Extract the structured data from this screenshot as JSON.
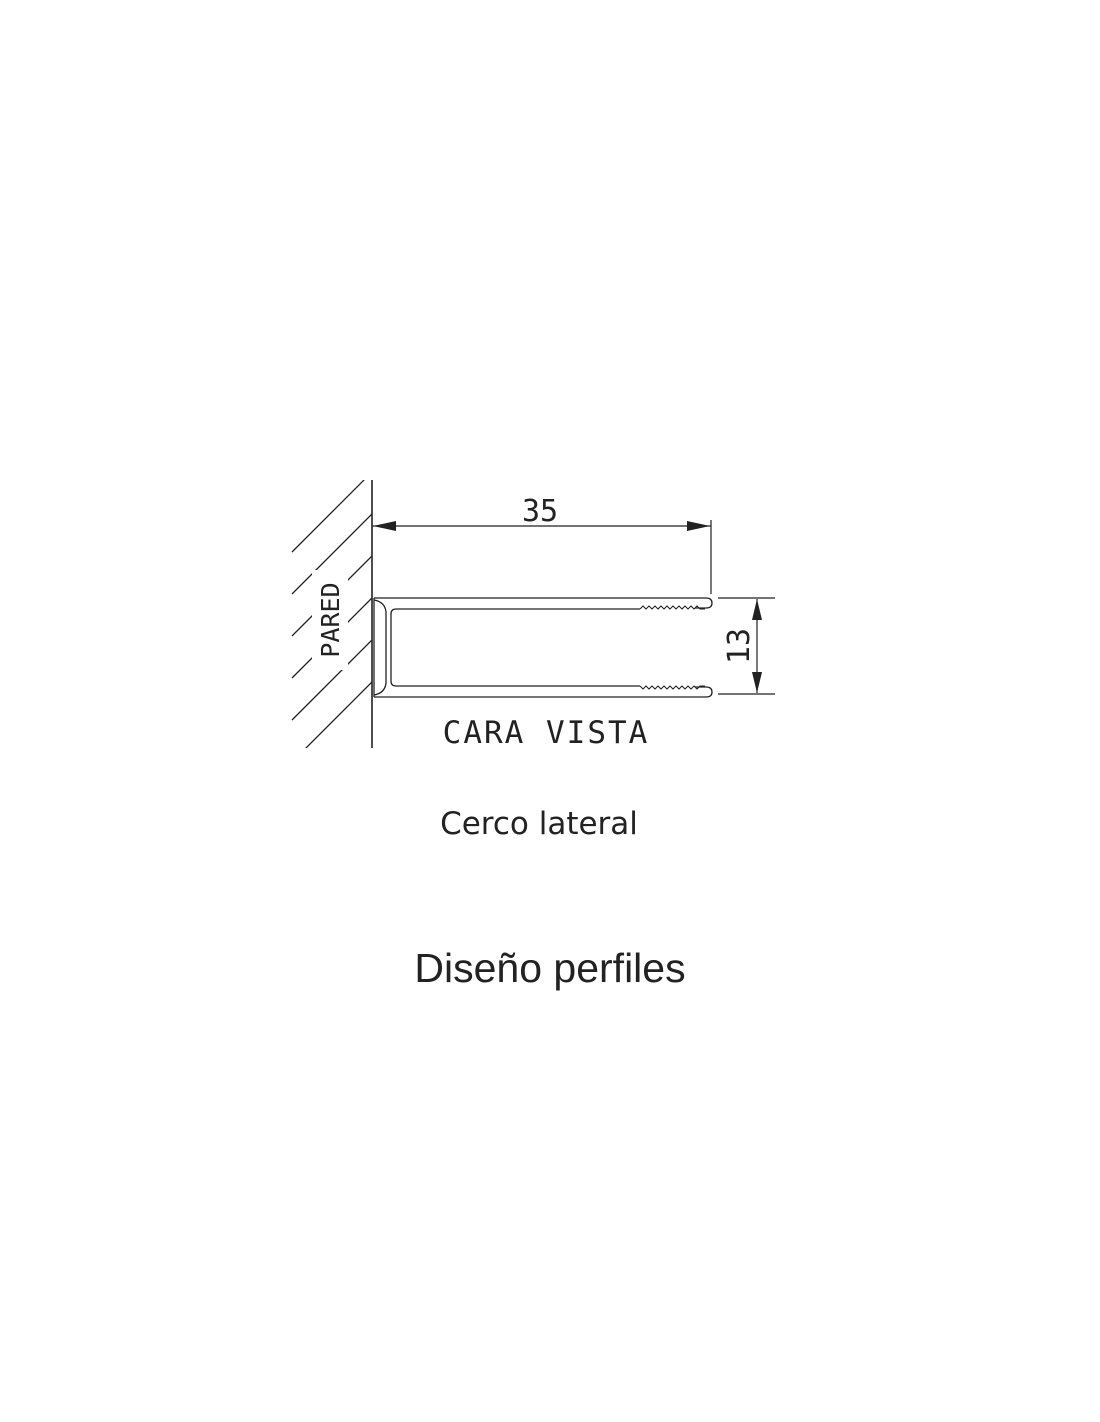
{
  "drawing": {
    "width_dimension": "35",
    "height_dimension": "13",
    "wall_label": "PARED",
    "face_label": "CARA VISTA"
  },
  "caption": "Cerco lateral",
  "title": "Diseño perfiles",
  "colors": {
    "line": "#222222",
    "background": "#ffffff"
  }
}
